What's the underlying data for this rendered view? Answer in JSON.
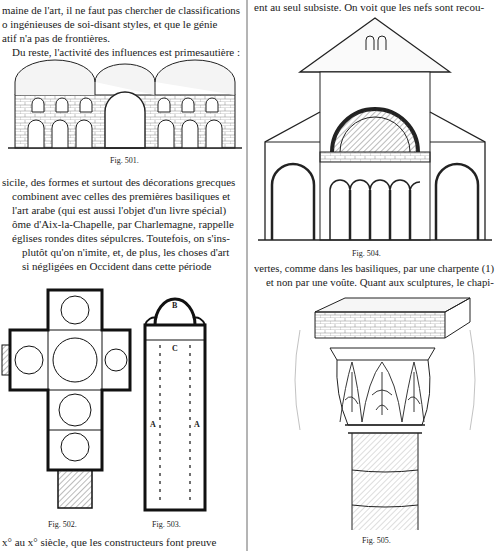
{
  "diagram": {
    "labels": [
      "maine de l'art, il ne faut pas chercher de classifications",
      "o ingénieuses de soi-disant styles, et que le génie",
      "atif n'a pas de frontières.",
      "Du reste, l'activité des influences est primesautière :",
      "Fig. 501.",
      "sicile, des formes et surtout des décorations grecques",
      "combinent avec celles des premières basiliques et",
      "l'art arabe (qui est aussi l'objet d'un livre spécial)",
      "ôme d'Aix-la-Chapelle, par Charlemagne, rappelle",
      "églises rondes dites sépulcres. Toutefois, on s'ins-",
      "plutôt qu'on n'imite, et, de plus, les choses d'art",
      "si négligées en Occident dans cette période",
      "Fig. 502.",
      "Fig. 503.",
      "B",
      "C",
      "A",
      "A",
      "x° au x° siècle, que les constructeurs font preuve",
      "ent au seul subsiste. On voit que les nefs sont recou-",
      "Fig. 504.",
      "vertes, comme dans les basiliques, par une charpente (1)",
      "et non par une voûte. Quant aux sculptures, le chapi-",
      "Fig. 505."
    ]
  }
}
